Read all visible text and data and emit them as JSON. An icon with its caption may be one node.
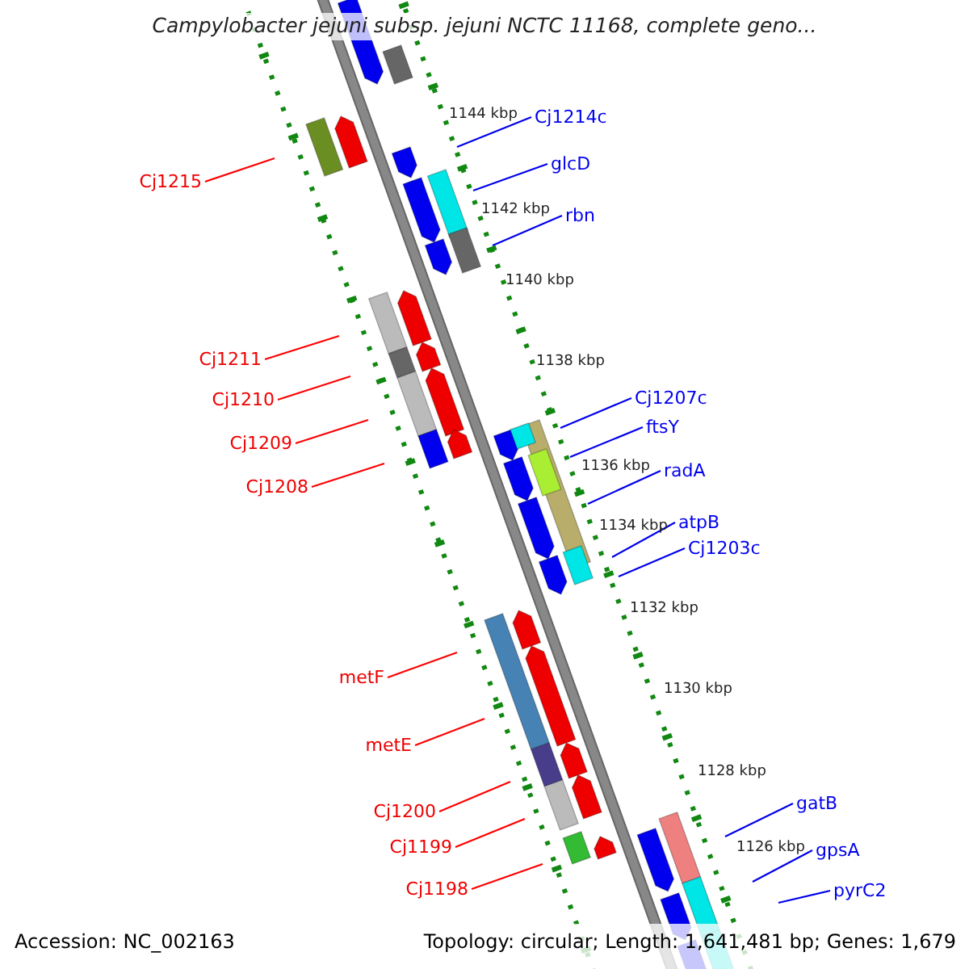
{
  "diagram": {
    "title": "Campylobacter jejuni subsp. jejuni NCTC 11168, complete geno...",
    "nodes": [
      {
        "text": [
          "Cj1214c"
        ]
      },
      {
        "text": [
          "glcD"
        ]
      },
      {
        "text": [
          "Cj1215"
        ]
      },
      {
        "text": [
          "rbn"
        ]
      },
      {
        "text": [
          "Cj1211"
        ]
      },
      {
        "text": [
          "Cj1210"
        ]
      },
      {
        "text": [
          "Cj1209"
        ]
      },
      {
        "text": [
          "Cj1208"
        ]
      },
      {
        "text": [
          "Cj1207c"
        ]
      },
      {
        "text": [
          "ftsY"
        ]
      },
      {
        "text": [
          "radA"
        ]
      },
      {
        "text": [
          "atpB"
        ]
      },
      {
        "text": [
          "Cj1203c"
        ]
      },
      {
        "text": [
          "metF"
        ]
      },
      {
        "text": [
          "metE"
        ]
      },
      {
        "text": [
          "Cj1200"
        ]
      },
      {
        "text": [
          "gatB"
        ]
      },
      {
        "text": [
          "Cj1199"
        ]
      },
      {
        "text": [
          "gpsA"
        ]
      },
      {
        "text": [
          "Cj1198"
        ]
      },
      {
        "text": [
          "pyrC2"
        ]
      }
    ],
    "edges": [
      {
        "from": 0,
        "to": null,
        "arrow": "none"
      },
      {
        "from": 1,
        "to": null,
        "arrow": "none"
      },
      {
        "from": 2,
        "to": null,
        "arrow": "none",
        "color": "#ff0000"
      },
      {
        "from": 3,
        "to": null,
        "arrow": "none"
      },
      {
        "from": 4,
        "to": null,
        "arrow": "none",
        "color": "#ff0000"
      },
      {
        "from": 5,
        "to": null,
        "arrow": "none",
        "color": "#ff0000"
      },
      {
        "from": 6,
        "to": null,
        "arrow": "none",
        "color": "#ff0000"
      },
      {
        "from": 7,
        "to": null,
        "arrow": "none",
        "color": "#ff0000"
      },
      {
        "from": 8,
        "to": null,
        "arrow": "none"
      },
      {
        "from": 9,
        "to": null,
        "arrow": "none"
      },
      {
        "from": 10,
        "to": null,
        "arrow": "none"
      },
      {
        "from": 11,
        "to": null,
        "arrow": "none"
      },
      {
        "from": 12,
        "to": null,
        "arrow": "none"
      },
      {
        "from": 13,
        "to": null,
        "arrow": "none",
        "color": "#ff0000"
      },
      {
        "from": 14,
        "to": null,
        "arrow": "none",
        "color": "#ff0000"
      },
      {
        "from": 15,
        "to": null,
        "arrow": "none",
        "color": "#ff0000"
      },
      {
        "from": 16,
        "to": null,
        "arrow": "none"
      },
      {
        "from": 17,
        "to": null,
        "arrow": "none",
        "color": "#ff0000"
      },
      {
        "from": 18,
        "to": null,
        "arrow": "none"
      },
      {
        "from": 19,
        "to": null,
        "arrow": "none",
        "color": "#ff0000"
      },
      {
        "from": 20,
        "to": null,
        "arrow": "none"
      }
    ],
    "labels": [
      "1144 kbp",
      "1142 kbp",
      "1140 kbp",
      "1138 kbp",
      "1136 kbp",
      "1134 kbp",
      "1132 kbp",
      "1130 kbp",
      "1128 kbp",
      "1126 kbp",
      "Accession: NC_002163",
      "Topology: circular; Length: 1,641,481 bp; Genes: 1,679"
    ]
  }
}
